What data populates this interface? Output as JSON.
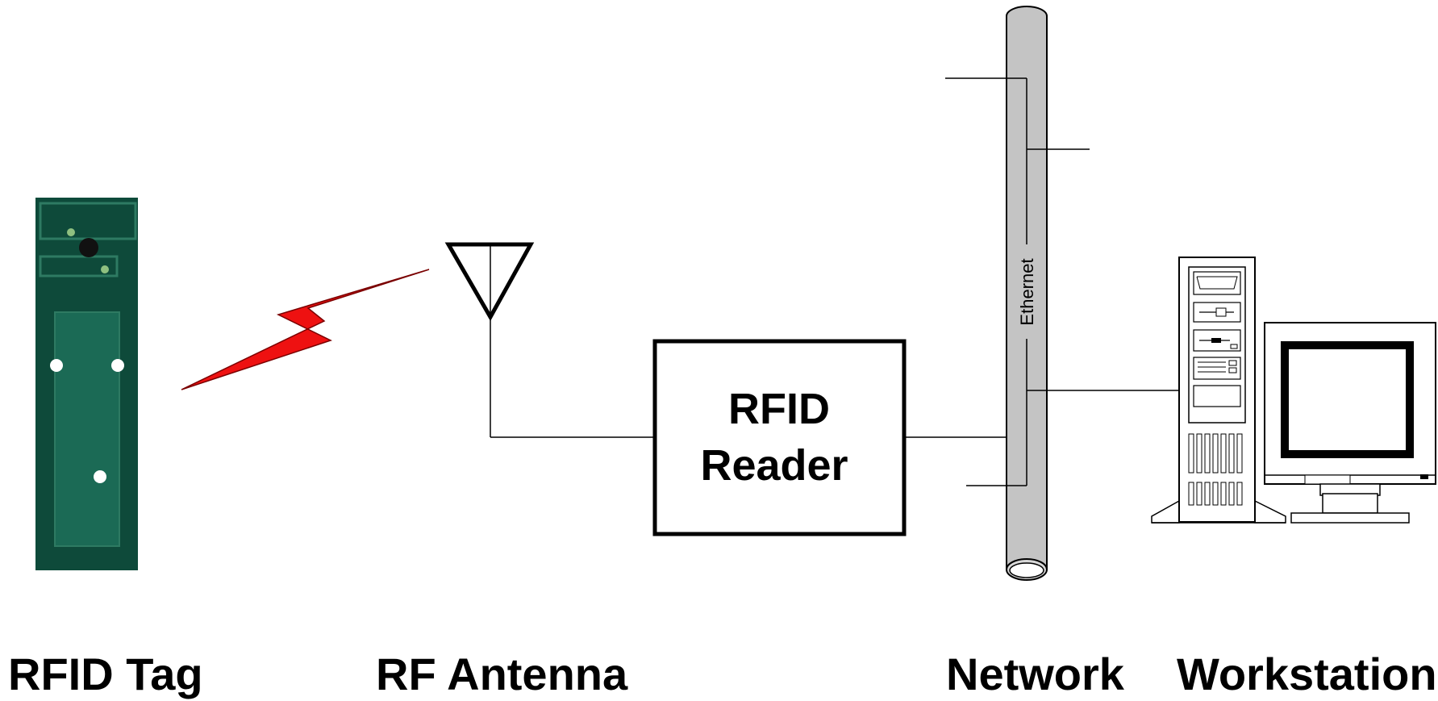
{
  "labels": {
    "tag": "RFID Tag",
    "antenna": "RF Antenna",
    "network": "Network",
    "workstation": "Workstation"
  },
  "reader": {
    "line1": "RFID",
    "line2": "Reader"
  },
  "network_bus": {
    "label": "Ethernet"
  },
  "colors": {
    "tag_board": "#0e4a3a",
    "tag_panel": "#1b6a55",
    "signal": "#ee1111",
    "pipe": "#c4c4c4"
  }
}
